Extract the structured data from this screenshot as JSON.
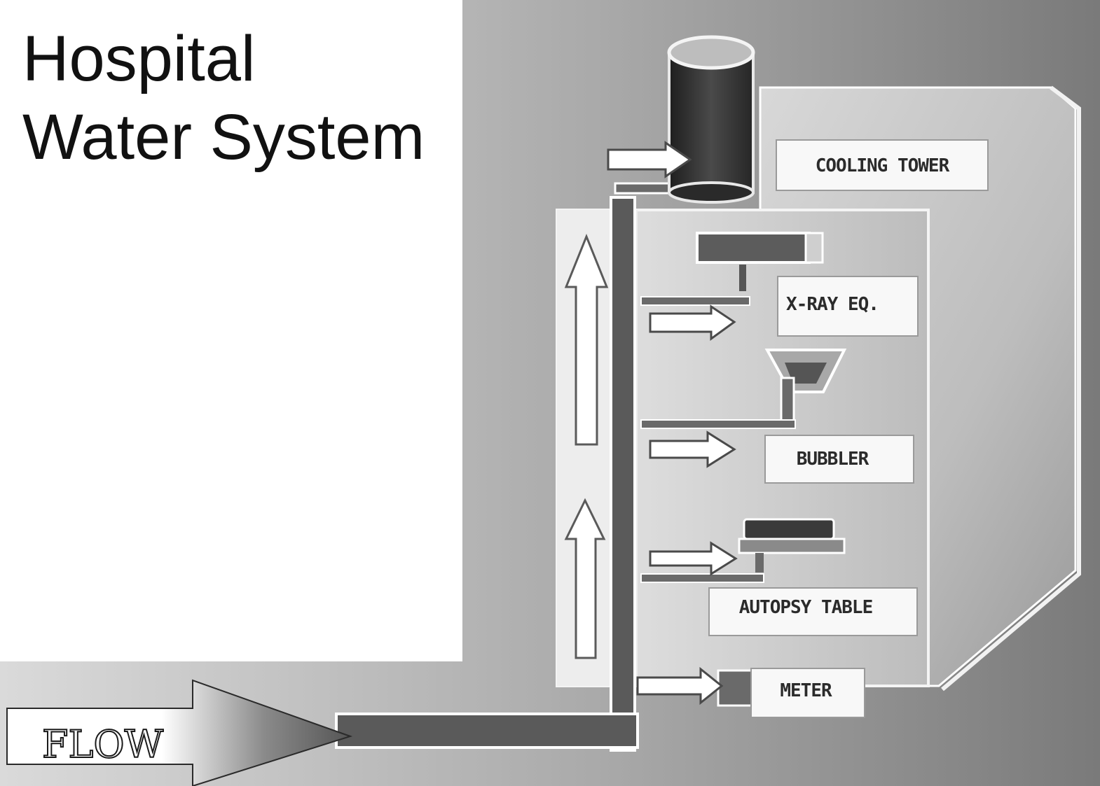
{
  "title": {
    "line1": "Hospital",
    "line2": "Water System"
  },
  "labels": {
    "cooling_tower": "COOLING TOWER",
    "xray": "X-RAY EQ.",
    "bubbler": "BUBBLER",
    "autopsy": "AUTOPSY TABLE",
    "meter": "METER",
    "flow": "FLOW"
  },
  "colors": {
    "pipe": "#5a5a5a",
    "pipe_light": "#9a9a9a",
    "wall_shade": "#7d7d7d",
    "tank": "#3a3a3a"
  }
}
